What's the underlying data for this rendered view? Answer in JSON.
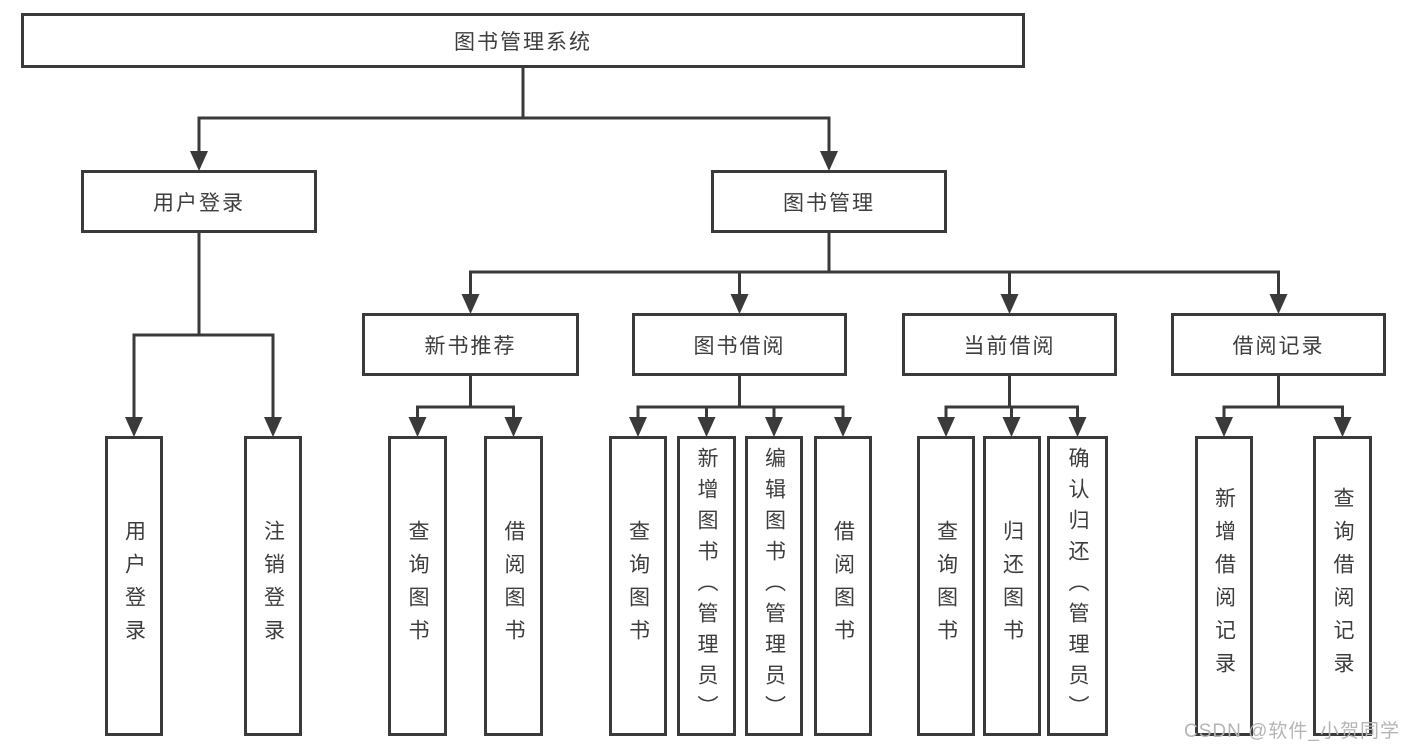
{
  "diagram": {
    "title": "图书管理系统",
    "watermark": "CSDN @软件_小贺同学",
    "colors": {
      "line": "#3a3a3a",
      "text": "#3d3d3d",
      "watermark": "#b5b5b5",
      "background": "#ffffff"
    },
    "tree": {
      "label": "图书管理系统",
      "children": [
        {
          "label": "用户登录",
          "children": [
            {
              "label": "用户登录"
            },
            {
              "label": "注销登录"
            }
          ]
        },
        {
          "label": "图书管理",
          "children": [
            {
              "label": "新书推荐",
              "children": [
                {
                  "label": "查询图书"
                },
                {
                  "label": "借阅图书"
                }
              ]
            },
            {
              "label": "图书借阅",
              "children": [
                {
                  "label": "查询图书"
                },
                {
                  "label": "新增图书（管理员）"
                },
                {
                  "label": "编辑图书（管理员）"
                },
                {
                  "label": "借阅图书"
                }
              ]
            },
            {
              "label": "当前借阅",
              "children": [
                {
                  "label": "查询图书"
                },
                {
                  "label": "归还图书"
                },
                {
                  "label": "确认归还（管理员）"
                }
              ]
            },
            {
              "label": "借阅记录",
              "children": [
                {
                  "label": "新增借阅记录"
                },
                {
                  "label": "查询借阅记录"
                }
              ]
            }
          ]
        }
      ]
    }
  }
}
